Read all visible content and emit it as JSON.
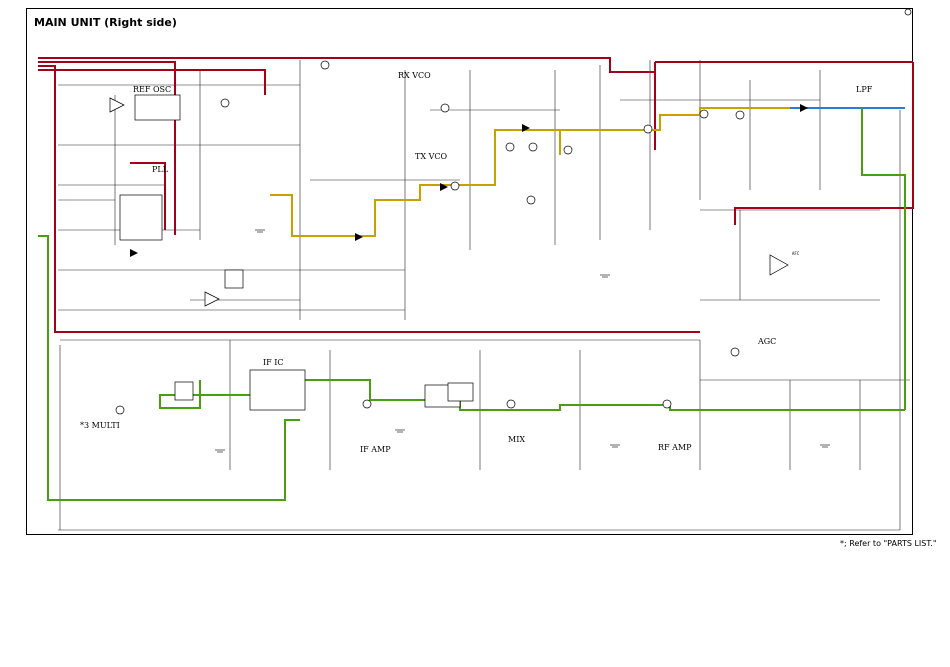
{
  "title": "MAIN UNIT (Right side)",
  "footnote": "*; Refer to \"PARTS LIST.\"",
  "blocks": {
    "ref_osc": "REF OSC",
    "pll": "PLL",
    "rx_vco": "RX VCO",
    "tx_vco": "TX VCO",
    "lpf": "LPF",
    "afc": "AFC",
    "if_ic": "IF IC",
    "agc": "AGC",
    "multi": "*3 MULTI",
    "if_amp": "IF AMP",
    "mix": "MIX",
    "rf_amp": "RF AMP"
  },
  "colors": {
    "red_line": "#a3001a",
    "yellow_line": "#c8a000",
    "green_line": "#4a9e14",
    "blue_line": "#2b7cd3",
    "annotation_red": "#dd1111"
  }
}
